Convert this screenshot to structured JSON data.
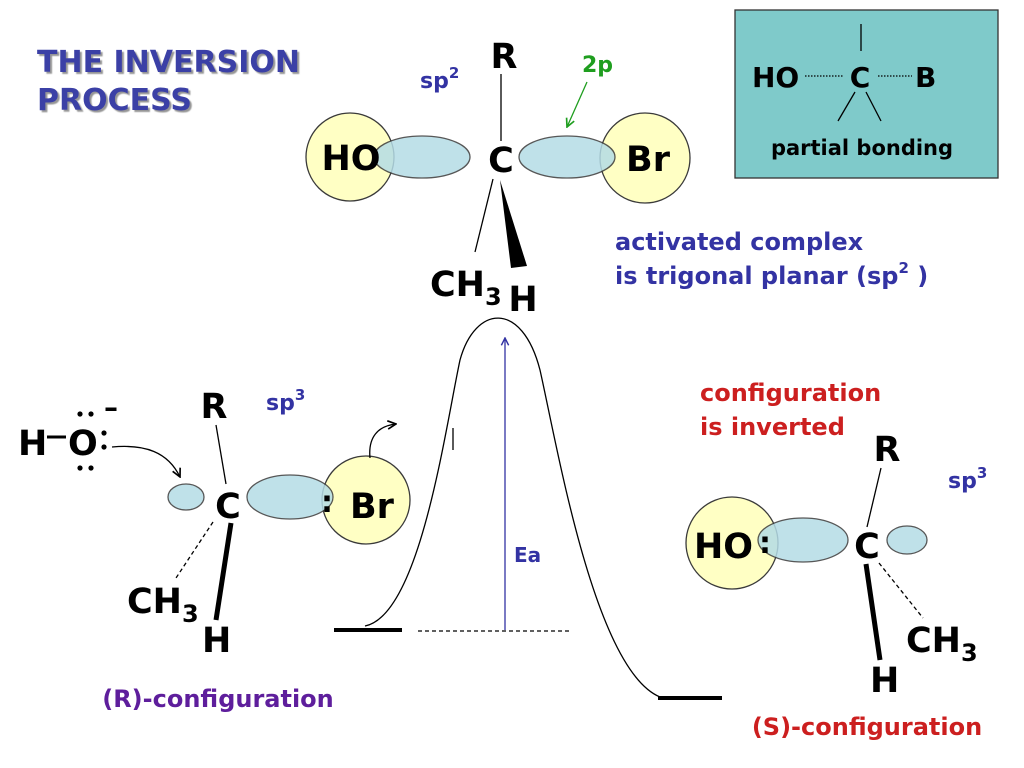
{
  "slide": {
    "title_line1": "THE INVERSION",
    "title_line2": "PROCESS"
  },
  "transition_state": {
    "top_group": "R",
    "hybridization": "sp",
    "hybridization_sup": "2",
    "orbital_label": "2p",
    "nucleophile": "HO",
    "central_atom": "C",
    "leaving_group": "Br",
    "methyl": "CH",
    "methyl_sub": "3",
    "hydrogen": "H",
    "description_line1": "activated complex",
    "description_line2": "is trigonal planar (sp",
    "description_line2_sup": "2",
    "description_line2_end": " )"
  },
  "partial_bonding_box": {
    "left_group": "HO",
    "central_atom": "C",
    "right_group": "B",
    "caption": "partial bonding"
  },
  "energy_profile": {
    "activation_energy_label": "Ea"
  },
  "reactant": {
    "hydroxide_hydrogen": "H",
    "hydroxide_oxygen": "O",
    "charge": "–",
    "top_group": "R",
    "hybridization": "sp",
    "hybridization_sup": "3",
    "central_atom": "C",
    "lone_pair": ":",
    "leaving_group": "Br",
    "methyl": "CH",
    "methyl_sub": "3",
    "hydrogen": "H",
    "configuration_label": "(R)-configuration"
  },
  "product": {
    "note_line1": "configuration",
    "note_line2": "is inverted",
    "top_group": "R",
    "hybridization": "sp",
    "hybridization_sup": "3",
    "nucleophile": "HO",
    "lone_pair": ":",
    "central_atom": "C",
    "methyl": "CH",
    "methyl_sub": "3",
    "hydrogen": "H",
    "configuration_label": "(S)-configuration"
  },
  "colors": {
    "title": "#3b3fa6",
    "blue_text": "#3333a3",
    "orbital_label": "#1f9e1f",
    "inverted_note": "#cc1f1f",
    "r_configuration": "#5e1e9c",
    "s_configuration": "#cc1f1f",
    "atom_sphere": "#ffffc4",
    "orbital_lobe": "#b4dce6",
    "box_fill": "#7fcaca"
  }
}
